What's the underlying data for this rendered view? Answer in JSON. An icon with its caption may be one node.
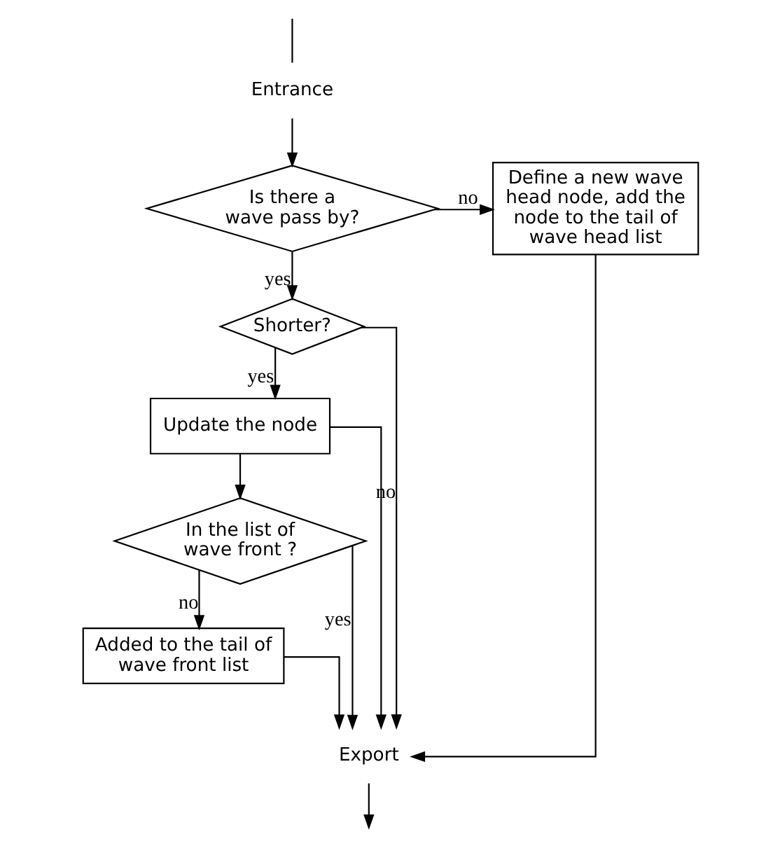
{
  "diagram": {
    "nodes": [
      {
        "text": [
          "Entrance"
        ]
      },
      {
        "text": [
          "Is there a wave pass by?"
        ]
      },
      {
        "text": [
          "Define a new wave head node, add the node to the tail of wave head list"
        ]
      },
      {
        "text": [
          "Shorter?"
        ]
      },
      {
        "text": [
          "Update the node"
        ]
      },
      {
        "text": [
          "In the list of wave front ?"
        ]
      },
      {
        "text": [
          "Added to the tail of wave front list"
        ]
      },
      {
        "text": [
          "Export"
        ]
      }
    ],
    "edges": [
      {
        "from": null,
        "to": 0,
        "arrow": "none"
      },
      {
        "from": 0,
        "to": 1,
        "arrow": "to"
      },
      {
        "from": 1,
        "to": 2,
        "arrow": "to",
        "label": "no"
      },
      {
        "from": 1,
        "to": 3,
        "arrow": "to",
        "label": "yes"
      },
      {
        "from": 3,
        "to": 7,
        "arrow": "to",
        "label": "no"
      },
      {
        "from": 3,
        "to": 4,
        "arrow": "to",
        "label": "yes"
      },
      {
        "from": 4,
        "to": 7,
        "arrow": "to"
      },
      {
        "from": 4,
        "to": 5,
        "arrow": "to"
      },
      {
        "from": 5,
        "to": 7,
        "arrow": "to",
        "label": "yes"
      },
      {
        "from": 5,
        "to": 6,
        "arrow": "to",
        "label": "no"
      },
      {
        "from": 2,
        "to": 7,
        "arrow": "to"
      },
      {
        "from": 6,
        "to": 7,
        "arrow": "to"
      },
      {
        "from": 7,
        "to": null,
        "arrow": "to"
      }
    ]
  }
}
